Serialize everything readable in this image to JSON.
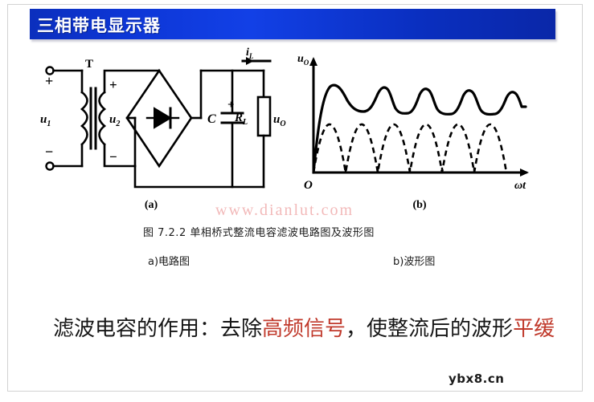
{
  "page": {
    "title": "三相带电显示器",
    "background": "#ffffff",
    "frame_color": "#d2d2d2"
  },
  "banner": {
    "label": "三相带电显示器",
    "color_start": "#0b2fbd",
    "color_end": "#0a27a8",
    "text_color": "#ffffff"
  },
  "figure": {
    "caption_main": "图 7.2.2  单相桥式整流电容滤波电路图及波形图",
    "caption_a": "a)电路图",
    "caption_b": "b)波形图",
    "subfigure_a_label": "(a)",
    "subfigure_b_label": "(b)"
  },
  "circuit": {
    "type": "single-phase-bridge-rectifier-capacitor-filter",
    "labels": {
      "input_voltage": "u",
      "input_voltage_sub": "1",
      "transformer": "T",
      "secondary_voltage": "u",
      "secondary_voltage_sub": "2",
      "capacitor": "C",
      "capacitor_polarity": "+",
      "load_resistor": "R",
      "load_resistor_sub": "L",
      "output_voltage": "u",
      "output_voltage_sub": "O",
      "load_current": "i",
      "load_current_sub": "L",
      "terminal_plus": "+",
      "terminal_minus": "−",
      "secondary_plus": "+",
      "secondary_minus": "−"
    },
    "line_color": "#000000"
  },
  "waveform": {
    "y_axis_label": "u",
    "y_axis_label_sub": "O",
    "x_axis_label": "ωt",
    "origin_label": "O",
    "solid_curve_name": "filtered output (capacitor)",
    "dashed_curve_name": "rectified sine half-waves",
    "num_half_waves": 6
  },
  "chart_data": {
    "type": "line",
    "title": "b)波形图",
    "xlabel": "ωt",
    "ylabel": "uO",
    "xlim": [
      0,
      6.3
    ],
    "ylim": [
      0,
      1.15
    ],
    "grid": false,
    "legend": "none",
    "series": [
      {
        "name": "rectified sine half-waves",
        "style": "dashed",
        "description": "|sin(x)| full-wave rectified, 6 humps, peak 1.0, touching zero between humps"
      },
      {
        "name": "capacitor filtered output",
        "style": "solid",
        "description": "rises with first half-wave to peak 1.0 then small ripple discharge between 0.78 and 0.88"
      }
    ]
  },
  "watermarks": {
    "main": "www.dianlut.com",
    "main_color": "#f2b9b9",
    "logo": "ybx8.cn",
    "logo_color": "#1a1a1a"
  },
  "body": {
    "line1_part1": "滤波电容的作用：去除",
    "line1_highlight": "高频信号",
    "line1_part2": "，使整流后的波",
    "line2_part1": "形",
    "line2_highlight": "平缓",
    "highlight_color": "#c0392b",
    "text_color": "#151515"
  }
}
